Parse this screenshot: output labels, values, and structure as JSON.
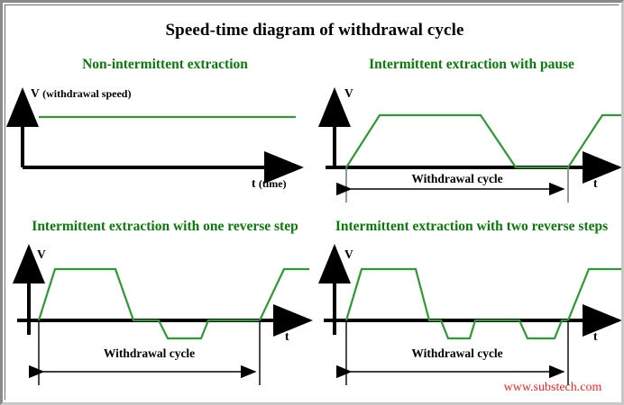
{
  "title": "Speed-time diagram of withdrawal cycle",
  "watermark": "www.substech.com",
  "colors": {
    "curve_green": "#2e9a33",
    "subtitle_green": "#0a7a0a",
    "axis_black": "#000000",
    "watermark_red": "#ff2222",
    "dimension_gray": "#808080",
    "background": "#ffffff",
    "frame_gray": "#9a9a9a"
  },
  "panels": [
    {
      "id": "panel-1",
      "subtitle": "Non-intermittent extraction",
      "y_axis_label": "V",
      "y_axis_label_extra": "(withdrawal speed)",
      "x_axis_label": "t",
      "x_axis_label_extra": "(time)",
      "cycle_label": "",
      "chart_data": {
        "type": "line",
        "x": [
          40,
          325
        ],
        "y": [
          1,
          1
        ],
        "description": "constant withdrawal speed, flat line above axis"
      }
    },
    {
      "id": "panel-2",
      "subtitle": "Intermittent extraction with pause",
      "y_axis_label": "V",
      "y_axis_label_extra": "",
      "x_axis_label": "t",
      "x_axis_label_extra": "",
      "cycle_label": "Withdrawal cycle",
      "chart_data": {
        "type": "line",
        "x": [
          381,
          418,
          530,
          569,
          627,
          665,
          692
        ],
        "y": [
          0,
          1,
          1,
          0,
          0,
          1,
          1
        ],
        "description": "trapezoid rise, plateau, fall, pause at zero, rise again"
      }
    },
    {
      "id": "panel-3",
      "subtitle": "Intermittent extraction with one reverse step",
      "y_axis_label": "V",
      "y_axis_label_extra": "",
      "x_axis_label": "t",
      "x_axis_label_extra": "",
      "cycle_label": "Withdrawal cycle",
      "chart_data": {
        "type": "line",
        "x": [
          40,
          58,
          125,
          145,
          173,
          183,
          220,
          228,
          285,
          312,
          340
        ],
        "y": [
          0,
          1,
          1,
          0,
          0,
          -0.35,
          -0.35,
          0,
          0,
          1,
          1
        ],
        "description": "trapezoid then one negative reverse step then rise again"
      }
    },
    {
      "id": "panel-4",
      "subtitle": "Intermittent extraction with two reverse steps",
      "y_axis_label": "V",
      "y_axis_label_extra": "",
      "x_axis_label": "t",
      "x_axis_label_extra": "",
      "cycle_label": "Withdrawal cycle",
      "chart_data": {
        "type": "line",
        "x": [
          381,
          398,
          458,
          473,
          486,
          494,
          518,
          524,
          573,
          582,
          612,
          620,
          627,
          650,
          692
        ],
        "y": [
          0,
          1,
          1,
          0,
          0,
          -0.35,
          -0.35,
          0,
          0,
          -0.35,
          -0.35,
          0,
          0,
          1,
          1
        ],
        "description": "trapezoid then two negative reverse steps then rise again"
      }
    }
  ]
}
